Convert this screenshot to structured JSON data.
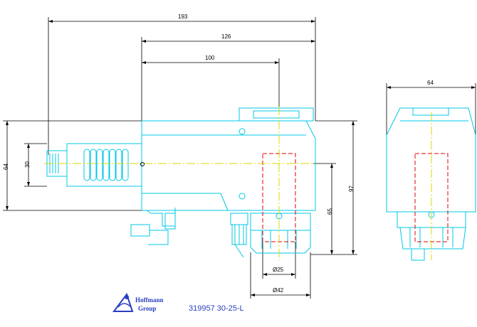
{
  "dimensions": {
    "d193": "193",
    "d126": "126",
    "d100": "100",
    "d64_left": "64",
    "d30": "30",
    "d97": "97",
    "d65": "65",
    "d25": "Ø25",
    "d42": "Ø42",
    "d64_right": "64"
  },
  "footer": {
    "logo_line1": "Hoffmann",
    "logo_line2": "Group",
    "part_number": "319957 30-25-L"
  },
  "colors": {
    "outline": "#00c8e6",
    "centerline": "#d8d800",
    "hidden": "#e00000",
    "dimension": "#000000",
    "brand": "#2a3fbf"
  }
}
